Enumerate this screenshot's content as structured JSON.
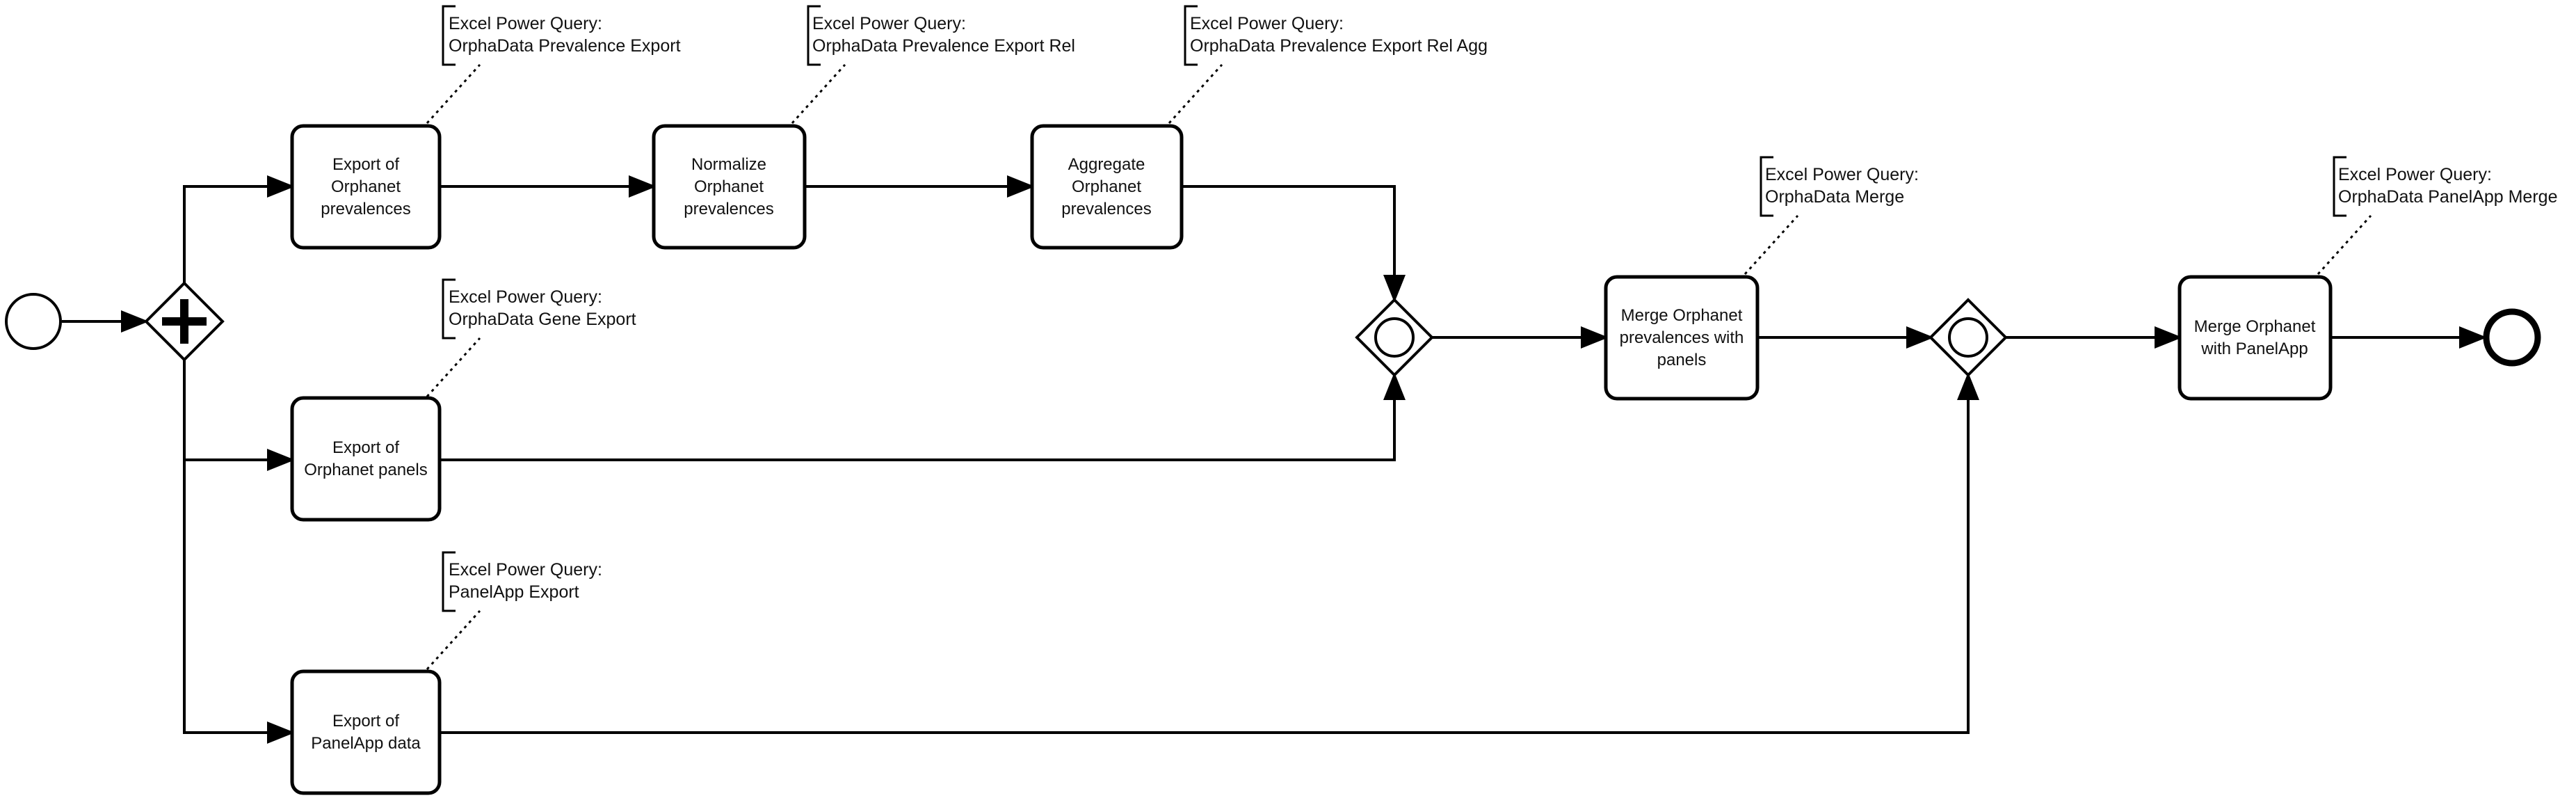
{
  "tasks": [
    {
      "id": "t1",
      "lines": [
        "Export of",
        "Orphanet",
        "prevalences"
      ]
    },
    {
      "id": "t2",
      "lines": [
        "Normalize",
        "Orphanet",
        "prevalences"
      ]
    },
    {
      "id": "t3",
      "lines": [
        "Aggregate",
        "Orphanet",
        "prevalences"
      ]
    },
    {
      "id": "t4",
      "lines": [
        "Export of",
        "Orphanet panels"
      ]
    },
    {
      "id": "t5",
      "lines": [
        "Export of",
        "PanelApp data"
      ]
    },
    {
      "id": "t6",
      "lines": [
        "Merge Orphanet",
        "prevalences with",
        "panels"
      ]
    },
    {
      "id": "t7",
      "lines": [
        "Merge Orphanet",
        "with PanelApp"
      ]
    }
  ],
  "annotations": [
    {
      "id": "a1",
      "lines": [
        "Excel Power Query:",
        "OrphaData Prevalence Export"
      ]
    },
    {
      "id": "a2",
      "lines": [
        "Excel Power Query:",
        "OrphaData Prevalence Export Rel"
      ]
    },
    {
      "id": "a3",
      "lines": [
        "Excel Power Query:",
        "OrphaData Prevalence Export Rel Agg"
      ]
    },
    {
      "id": "a4",
      "lines": [
        "Excel Power Query:",
        "OrphaData Gene Export"
      ]
    },
    {
      "id": "a5",
      "lines": [
        "Excel Power Query:",
        "PanelApp Export"
      ]
    },
    {
      "id": "a6",
      "lines": [
        "Excel Power Query:",
        "OrphaData Merge"
      ]
    },
    {
      "id": "a7",
      "lines": [
        "Excel Power Query:",
        "OrphaData PanelApp Merge"
      ]
    }
  ],
  "gateways": [
    {
      "id": "g1",
      "type": "parallel",
      "icon": "plus-icon"
    },
    {
      "id": "g2",
      "type": "inclusive",
      "icon": "circle-icon"
    },
    {
      "id": "g3",
      "type": "inclusive",
      "icon": "circle-icon"
    }
  ],
  "events": [
    {
      "id": "start",
      "type": "start"
    },
    {
      "id": "end",
      "type": "end"
    }
  ]
}
